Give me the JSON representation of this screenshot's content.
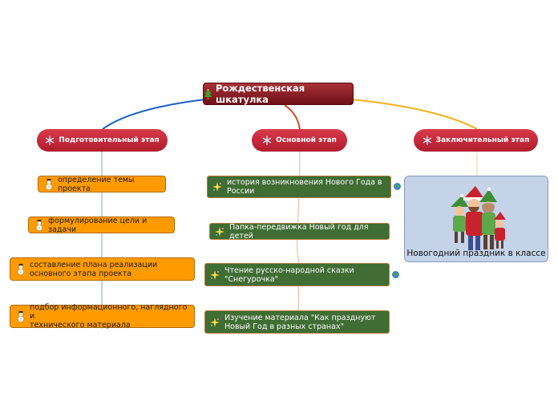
{
  "root": {
    "title": "Рождественская шкатулка",
    "icon": "christmas-tree-icon"
  },
  "stages": [
    {
      "label": "Подготовительный этап",
      "icon": "snowflake-icon"
    },
    {
      "label": "Основной этап",
      "icon": "snowflake-icon"
    },
    {
      "label": "Заключительный этап",
      "icon": "snowflake-icon"
    }
  ],
  "preparatory_items": [
    {
      "lines": [
        "определение темы проекта"
      ],
      "icon": "snowman-icon"
    },
    {
      "lines": [
        "формулирование цели и задачи"
      ],
      "icon": "snowman-icon"
    },
    {
      "lines": [
        "составление плана реализации",
        "основного этапа проекта"
      ],
      "icon": "snowman-icon"
    },
    {
      "lines": [
        "подбор информационного, наглядного и",
        "технического материала"
      ],
      "icon": "snowman-icon"
    }
  ],
  "main_items": [
    {
      "lines": [
        "история возникновения Нового Года в",
        "России"
      ],
      "icon": "sparkle-icon",
      "link": true
    },
    {
      "lines": [
        "Папка-передвижка Новый год для детей"
      ],
      "icon": "sparkle-icon",
      "link": false
    },
    {
      "lines": [
        "Чтение русско-народной сказки",
        "\"Снегурочка\""
      ],
      "icon": "sparkle-icon",
      "link": true
    },
    {
      "lines": [
        "Изучение материала \"Как празднуют",
        "Новый Год в разных странах\""
      ],
      "icon": "sparkle-icon",
      "link": false
    }
  ],
  "final_item": {
    "caption": "Новогодний праздник в классе",
    "image": "family-illustration"
  },
  "colors": {
    "link_left": "#1a5fc4",
    "link_center": "#e0482a",
    "link_right": "#f2b21c",
    "stage_fill": "#c42636",
    "root_fill": "#8b1a22",
    "orange_node": "#ff9b00",
    "green_node": "#3f6d33",
    "image_bg": "#c4d3e8"
  }
}
